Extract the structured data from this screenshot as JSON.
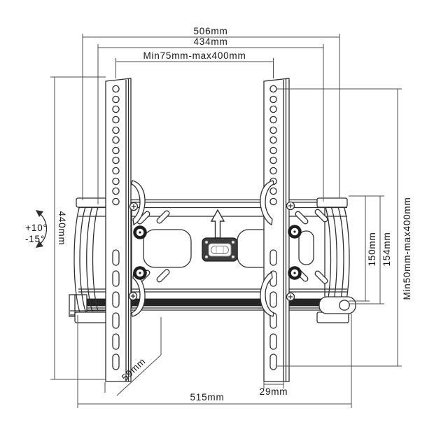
{
  "figure": {
    "kind": "technical line drawing",
    "subject": "tilting TV wall-mount bracket, front view with dimension callouts",
    "background_color": "#ffffff",
    "line_color": "#2f2f2f",
    "dimension_line_color": "#4d4d4d",
    "dark_band_color": "#262626"
  },
  "dims": {
    "d506": "506mm",
    "d434": "434mm",
    "d75_400": "Min75mm-max400mm",
    "d440": "440mm",
    "d150": "150mm",
    "d154": "154mm",
    "d50_400": "Min50mm-max400mm",
    "d515": "515mm",
    "d29": "29mm",
    "d59": "59mm"
  },
  "tilt": {
    "up": "+10°",
    "down": "-15°"
  }
}
